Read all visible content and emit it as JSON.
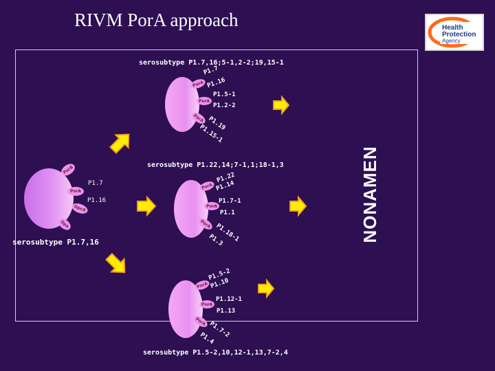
{
  "title": "RIVM PorA approach",
  "logo": {
    "line1": "Health",
    "line2": "Protection",
    "line3": "Agency",
    "ring_color": "#ff6a1a"
  },
  "vertical_label": "NONAMEN",
  "colors": {
    "background": "#2d0f52",
    "cell": "#ee98f0",
    "arrow": "#ffee00",
    "arrow_edge": "#f0a020"
  },
  "parent": {
    "serosubtype": "serosubtype P1.7,16",
    "vr1": "P1.7",
    "vr2": "P1.16",
    "proteins": [
      "PorB",
      "PorA",
      "Opa",
      "OpcA"
    ]
  },
  "top": {
    "serosubtype": "serosubtype P1.7,16;5-1,2-2;19,15-1",
    "pairs": [
      {
        "protein": "PorA",
        "vr1": "P1.7",
        "vr2": "P1.16"
      },
      {
        "protein": "PorA",
        "vr1": "P1.5-1",
        "vr2": "P1.2-2"
      },
      {
        "protein": "PorA",
        "vr1": "P1.19",
        "vr2": "P1.15-1"
      }
    ]
  },
  "middle": {
    "serosubtype": "serosubtype P1.22,14;7-1,1;18-1,3",
    "pairs": [
      {
        "protein": "PorA",
        "vr1": "P1.22",
        "vr2": "P1.14"
      },
      {
        "protein": "PorA",
        "vr1": "P1.7-1",
        "vr2": "P1.1"
      },
      {
        "protein": "PorA",
        "vr1": "P1.18-1",
        "vr2": "P1.3"
      }
    ]
  },
  "bottom": {
    "serosubtype": "serosubtype P1.5-2,10,12-1,13,7-2,4",
    "pairs": [
      {
        "protein": "PorA",
        "vr1": "P1.5-2",
        "vr2": "P1.10"
      },
      {
        "protein": "PorA",
        "vr1": "P1.12-1",
        "vr2": "P1.13"
      },
      {
        "protein": "PorA",
        "vr1": "P1.7-2",
        "vr2": "P1.4"
      }
    ]
  }
}
